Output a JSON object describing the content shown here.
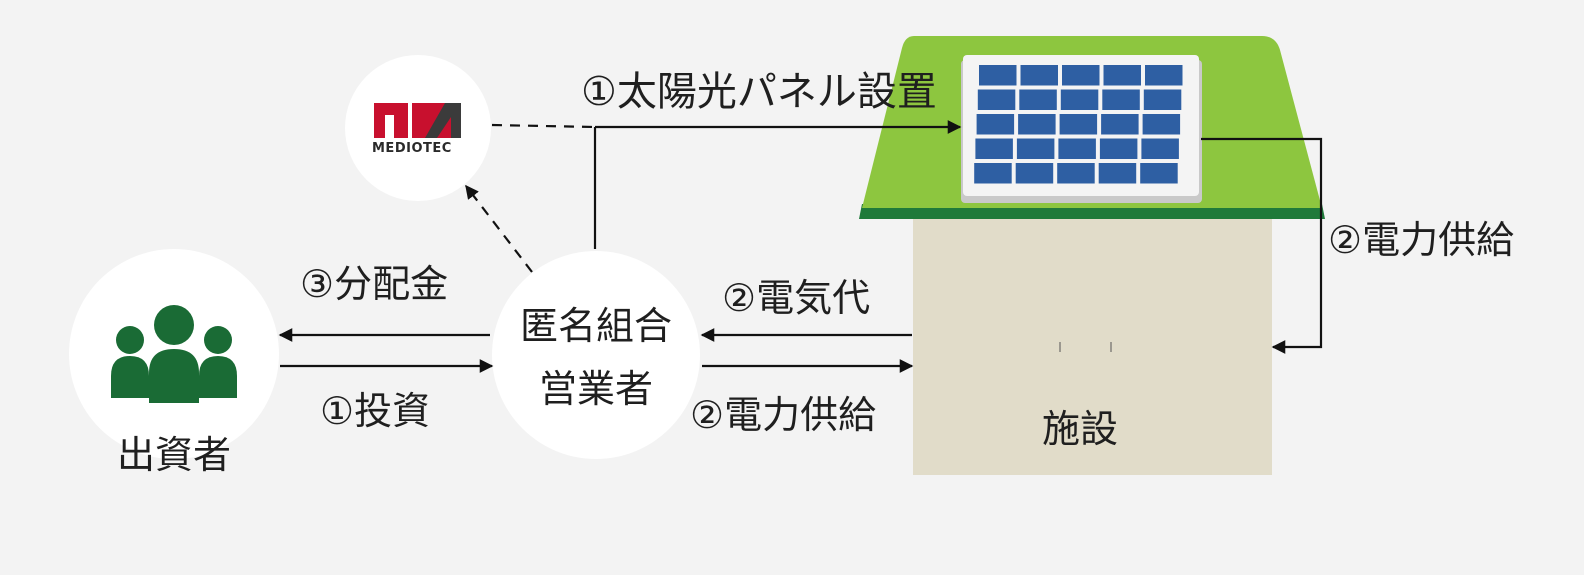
{
  "diagram": {
    "logo": {
      "text": "MEDIOTEC",
      "brand_color": "#c8102e",
      "icon": "mediotec-logo"
    },
    "nodes": {
      "investor": {
        "label": "出資者",
        "icon": "people-group-icon"
      },
      "operator": {
        "line1": "匿名組合",
        "line2": "営業者"
      },
      "facility": {
        "label": "施設"
      }
    },
    "flows": {
      "install_panels": "①太陽光パネル設置",
      "investment": "①投資",
      "dividend": "③分配金",
      "electricity_fee": "②電気代",
      "power_supply_to_facility": "②電力供給",
      "power_supply_from_panel": "②電力供給"
    },
    "colors": {
      "roof": "#8dc63f",
      "roof_edge": "#1f7a3a",
      "facility_wall": "#e1dcc9",
      "panel": "#2e5fa3",
      "people": "#1a6b35",
      "arrow": "#111111"
    }
  }
}
